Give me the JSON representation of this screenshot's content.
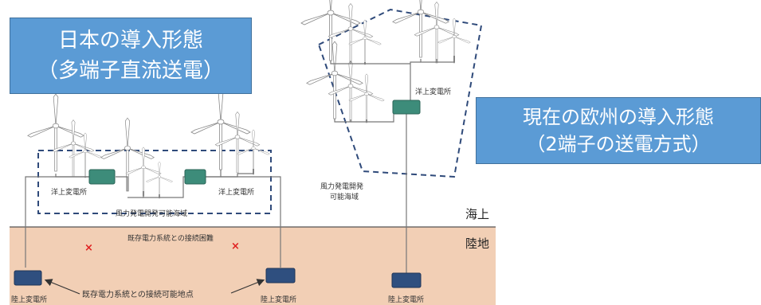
{
  "callouts": {
    "japan": {
      "line1": "日本の導入形態",
      "line2": "（多端子直流送電）"
    },
    "europe": {
      "line1": "現在の欧州の導入形態",
      "line2": "（2端子の送電方式）"
    }
  },
  "labels": {
    "sea": "海上",
    "land": "陸地",
    "offshore_substation": "洋上変電所",
    "onshore_substation": "陸上変電所",
    "wind_area": "風力発電開発可能海域",
    "wind_area_line1": "風力発電開発",
    "wind_area_line2": "可能海域",
    "grid_difficult": "既存電力系統との接続困難",
    "grid_possible": "既存電力系統との接続可能地点",
    "cross_mark": "×"
  },
  "colors": {
    "callout_fill": "#5b9bd5",
    "land_fill": "#f2cfb5",
    "substation_offshore": "#3d8c7a",
    "substation_onshore": "#2f4f7f",
    "dashed_boundary": "#2f4a7a",
    "cross": "#e02020"
  },
  "icons": [
    "wind-turbine-icon",
    "offshore-substation-icon",
    "onshore-substation-icon",
    "cross-mark-icon",
    "arrow-icon"
  ]
}
